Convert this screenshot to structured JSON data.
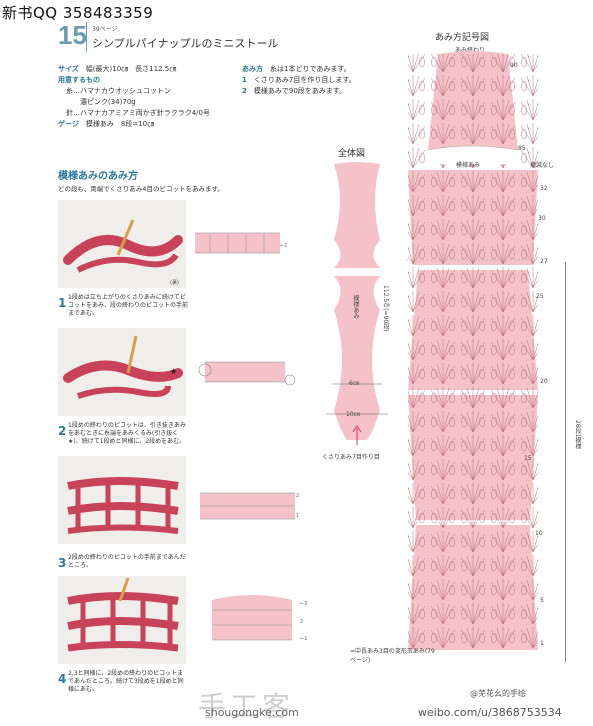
{
  "header": {
    "qq": "新书QQ 358483359",
    "pattern_number": "15",
    "page_ref": "39ページ",
    "title": "シンプルパイナップルのミニストール"
  },
  "specs": {
    "size_label": "サイズ",
    "size_value": "幅(最大)10㎝　長さ112.5㎝",
    "materials_label": "用意するもの",
    "yarn": "糸…ハマナカウオッシュコットン",
    "color": "濃ピンク(34)70g",
    "needle": "針…ハマナカアミアミ両かぎ針ラクラク4/0号",
    "gauge_label": "ゲージ",
    "gauge_value": "模様あみ　8段=10㎝"
  },
  "method": {
    "label": "あみ方",
    "note": "糸は1本どりであみます。",
    "steps": [
      {
        "n": "1",
        "text": "くさりあみ7目を作り目します。"
      },
      {
        "n": "2",
        "text": "模様あみで90段をあみます。"
      }
    ]
  },
  "technique": {
    "title": "模様あみのあみ方",
    "subtitle": "どの段も、両端でくさりあみ4目のピコットをあみます。",
    "steps": [
      {
        "n": "1",
        "text": "1段めは立ち上がりのくさりあみに続けてピコットをあみ、段の終わりのピコットの手前まであむ。"
      },
      {
        "n": "2",
        "text": "1段めの終わりのピコットは、引き抜きあみをあむときに糸端をあみくるみ(引き抜く★)、続けて1段めと同様に、2段めをあむ。"
      },
      {
        "n": "3",
        "text": "2段めの終わりのピコットの手前まであんだところ。"
      },
      {
        "n": "4",
        "text": "2,3と同様に、2段めの終わりのピコットまであんだところ。続けて3段めを1段めと同様にあむ。"
      }
    ],
    "photo_tag": "(裏)",
    "star": "★"
  },
  "overall": {
    "title": "全体図",
    "pattern": "模様あみ",
    "length": "112.5㎝(=90段)",
    "width_mid": "6㎝",
    "width_bottom": "10㎝",
    "cast_on": "くさりあみ7目作り目"
  },
  "chart": {
    "title": "あみ方記号図",
    "end": "あみ終わり",
    "pattern": "模様あみ",
    "no_inc": "増減なし",
    "repeat": "26段1模様",
    "rows": [
      "90",
      "85",
      "32",
      "30",
      "27",
      "25",
      "20",
      "15",
      "10",
      "5",
      "1"
    ],
    "note": "=中長あみ3目の変形玉あみ(79ページ)"
  },
  "watermarks": {
    "site_big": "手工客",
    "site_url": "shougongke.com",
    "weibo": "weibo.com/u/3868753534",
    "weibo_name": "@芜花幺的手绘"
  },
  "colors": {
    "accent": "#2b7a9a",
    "pink": "#f4c2c8",
    "yarn": "#c8425a"
  }
}
